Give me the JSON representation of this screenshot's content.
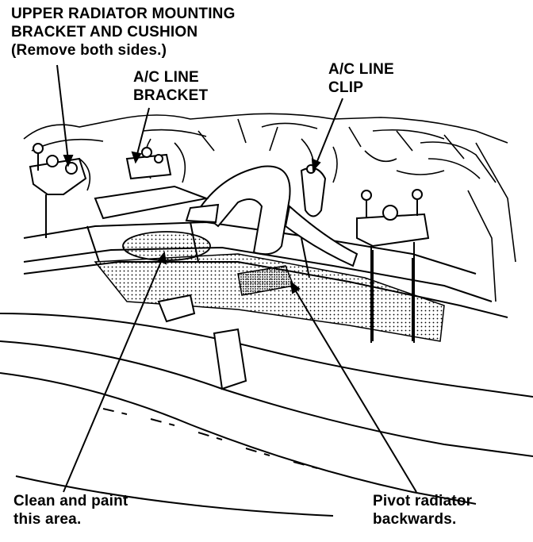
{
  "colors": {
    "ink": "#000000",
    "paper": "#ffffff",
    "stipple": "#000000"
  },
  "callouts": {
    "upper_bracket": {
      "line1": "UPPER RADIATOR MOUNTING",
      "line2": "BRACKET AND CUSHION",
      "line3": "(Remove both sides.)"
    },
    "ac_line_bracket": {
      "line1": "A/C LINE",
      "line2": "BRACKET"
    },
    "ac_line_clip": {
      "line1": "A/C LINE",
      "line2": "CLIP"
    },
    "clean_paint": {
      "line1": "Clean and paint",
      "line2": "this area."
    },
    "pivot_radiator": {
      "line1": "Pivot radiator",
      "line2": "backwards."
    }
  }
}
